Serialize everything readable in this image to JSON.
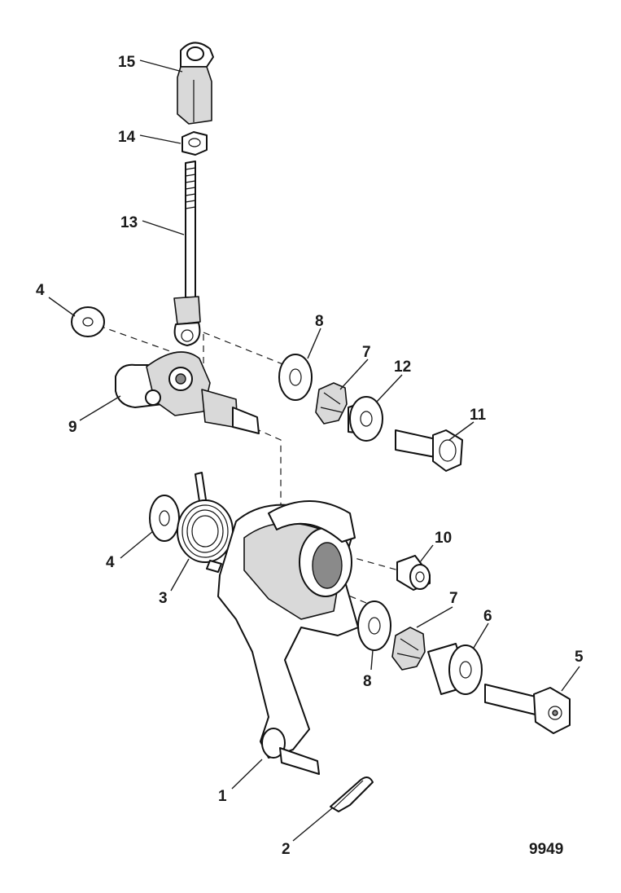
{
  "figure_code": "9949",
  "callouts": {
    "c1": "1",
    "c2": "2",
    "c3": "3",
    "c4a": "4",
    "c4b": "4",
    "c5": "5",
    "c6": "6",
    "c7a": "7",
    "c7b": "7",
    "c8a": "8",
    "c8b": "8",
    "c9": "9",
    "c10": "10",
    "c11": "11",
    "c12": "12",
    "c13": "13",
    "c14": "14",
    "c15": "15"
  }
}
